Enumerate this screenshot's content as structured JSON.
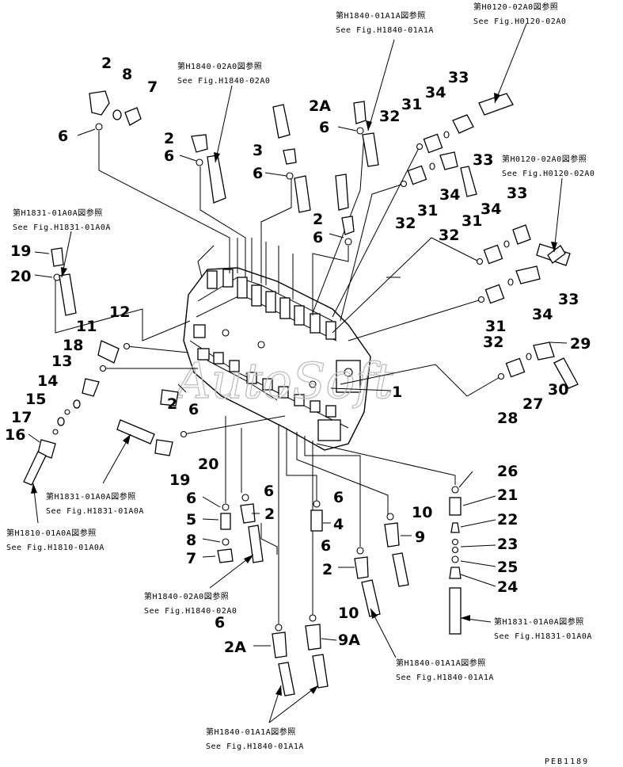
{
  "callouts": {
    "c1": "1",
    "c2a": "2",
    "c2b": "2",
    "c2c": "2",
    "c2d": "2",
    "c2e": "2",
    "c2f": "2",
    "c2A1": "2A",
    "c2A2": "2A",
    "c3": "3",
    "c4": "4",
    "c5": "5",
    "c6a": "6",
    "c6b": "6",
    "c6c": "6",
    "c6d": "6",
    "c6e": "6",
    "c6f": "6",
    "c6g": "6",
    "c6h": "6",
    "c6i": "6",
    "c6j": "6",
    "c7a": "7",
    "c7b": "7",
    "c8a": "8",
    "c8b": "8",
    "c9": "9",
    "c9A": "9A",
    "c10a": "10",
    "c10b": "10",
    "c11": "11",
    "c12": "12",
    "c13": "13",
    "c14": "14",
    "c15": "15",
    "c16": "16",
    "c17": "17",
    "c18": "18",
    "c19a": "19",
    "c19b": "19",
    "c20a": "20",
    "c20b": "20",
    "c21": "21",
    "c22": "22",
    "c23": "23",
    "c24": "24",
    "c25": "25",
    "c26": "26",
    "c27": "27",
    "c28": "28",
    "c29": "29",
    "c30": "30",
    "c31a": "31",
    "c31b": "31",
    "c31c": "31",
    "c31d": "31",
    "c32a": "32",
    "c32b": "32",
    "c32c": "32",
    "c32d": "32",
    "c33a": "33",
    "c33b": "33",
    "c33c": "33",
    "c33d": "33",
    "c34a": "34",
    "c34b": "34",
    "c34c": "34",
    "c34d": "34"
  },
  "references": {
    "r1": {
      "ja": "第H1840-01A1A図参照",
      "en": "See Fig.H1840-01A1A"
    },
    "r2": {
      "ja": "第H0120-02A0図参照",
      "en": "See Fig.H0120-02A0"
    },
    "r3": {
      "ja": "第H1840-02A0図参照",
      "en": "See Fig.H1840-02A0"
    },
    "r4": {
      "ja": "第H0120-02A0図参照",
      "en": "See Fig.H0120-02A0"
    },
    "r5": {
      "ja": "第H1831-01A0A図参照",
      "en": "See Fig.H1831-01A0A"
    },
    "r6": {
      "ja": "第H1831-01A0A図参照",
      "en": "See Fig.H1831-01A0A"
    },
    "r7": {
      "ja": "第H1810-01A0A図参照",
      "en": "See Fig.H1810-01A0A"
    },
    "r8": {
      "ja": "第H1840-02A0図参照",
      "en": "See Fig.H1840-02A0"
    },
    "r9": {
      "ja": "第H1831-01A0A図参照",
      "en": "See Fig.H1831-01A0A"
    },
    "r10": {
      "ja": "第H1840-01A1A図参照",
      "en": "See Fig.H1840-01A1A"
    },
    "r11": {
      "ja": "第H1840-01A1A図参照",
      "en": "See Fig.H1840-01A1A"
    }
  },
  "watermark": "AutoSoft",
  "drawing_code": "PEB1189"
}
